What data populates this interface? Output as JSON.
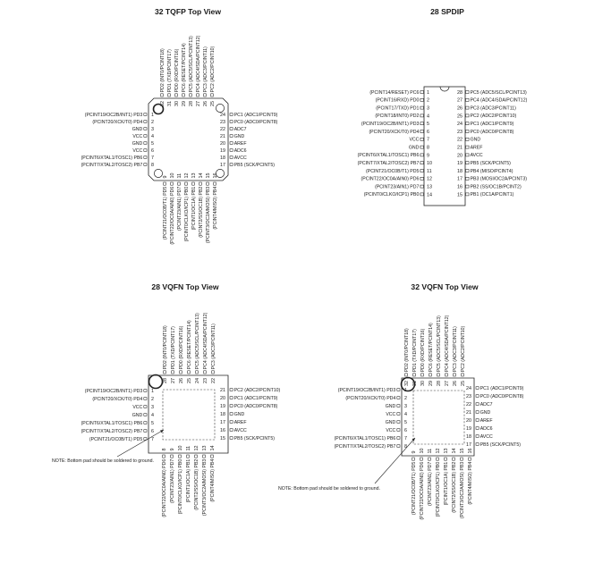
{
  "diagram": {
    "tqfp32": {
      "title": "32 TQFP Top View",
      "left": [
        "(PCINT19/OC2B/INT1) PD3",
        "(PCINT20/XCK/T0) PD4",
        "GND",
        "VCC",
        "GND",
        "VCC",
        "(PCINT6/XTAL1/TOSC1) PB6",
        "(PCINT7/XTAL2/TOSC2) PB7"
      ],
      "bottom": [
        "(PCINT21/OC0B/T1) PD5",
        "(PCINT22/OC0A/AIN0) PD6",
        "(PCINT23/AIN1) PD7",
        "(PCINT0/CLKO/ICP1) PB0",
        "(PCINT1/OC1A) PB1",
        "(PCINT2/SS/OC1B) PB2",
        "(PCINT3/OC2A/MOSI) PB3",
        "(PCINT4/MISO) PB4"
      ],
      "right": [
        "PB5 (SCK/PCINT5)",
        "AVCC",
        "ADC6",
        "AREF",
        "GND",
        "ADC7",
        "PC0 (ADC0/PCINT8)",
        "PC1 (ADC1/PCINT9)"
      ],
      "top": [
        "PC2 (ADC2/PCINT10)",
        "PC3 (ADC3/PCINT11)",
        "PC4 (ADC4/SDA/PCINT12)",
        "PC5 (ADC5/SCL/PCINT13)",
        "PC6 (RESET/PCINT14)",
        "PD0 (RXD/PCINT16)",
        "PD1 (TXD/PCINT17)",
        "PD2 (INT0/PCINT18)"
      ]
    },
    "spdip28": {
      "title": "28 SPDIP",
      "left": [
        "(PCINT14/RESET) PC6",
        "(PCINT16/RXD) PD0",
        "(PCINT17/TXD) PD1",
        "(PCINT18/INT0) PD2",
        "(PCINT19/OC2B/INT1) PD3",
        "(PCINT20/XCK/T0) PD4",
        "VCC",
        "GND",
        "(PCINT6/XTAL1/TOSC1) PB6",
        "(PCINT7/XTAL2/TOSC2) PB7",
        "(PCINT21/OC0B/T1) PD5",
        "(PCINT22/OC0A/AIN0) PD6",
        "(PCINT23/AIN1) PD7",
        "(PCINT0/CLKO/ICP1) PB0"
      ],
      "right": [
        "PB1 (OC1A/PCINT1)",
        "PB2 (SS/OC1B/PCINT2)",
        "PB3 (MOSI/OC2A/PCINT3)",
        "PB4 (MISO/PCINT4)",
        "PB5 (SCK/PCINT5)",
        "AVCC",
        "AREF",
        "GND",
        "PC0 (ADC0/PCINT8)",
        "PC1 (ADC1/PCINT9)",
        "PC2 (ADC2/PCINT10)",
        "PC3 (ADC3/PCINT11)",
        "PC4 (ADC4/SDA/PCINT12)",
        "PC5 (ADC5/SCL/PCINT13)"
      ]
    },
    "vqfn28": {
      "title": "28 VQFN Top View",
      "left": [
        "(PCINT19/OC2B/INT1) PD3",
        "(PCINT20/XCK/T0) PD4",
        "VCC",
        "GND",
        "(PCINT6/XTAL1/TOSC1) PB6",
        "(PCINT7/XTAL2/TOSC2) PB7",
        "(PCINT21/OC0B/T1) PD5"
      ],
      "bottom": [
        "(PCINT22/OC0A/AIN0) PD6",
        "(PCINT23/AIN1) PD7",
        "(PCINT0/CLKO/ICP1) PB0",
        "(PCINT1/OC1A) PB1",
        "(PCINT2/SS/OC1B) PB2",
        "(PCINT3/OC2A/MOSI) PB3",
        "(PCINT4/MISO) PB4"
      ],
      "right": [
        "PB5 (SCK/PCINT5)",
        "AVCC",
        "AREF",
        "GND",
        "PC0 (ADC0/PCINT8)",
        "PC1 (ADC1/PCINT9)",
        "PC2 (ADC2/PCINT10)"
      ],
      "top": [
        "PC3 (ADC3/PCINT11)",
        "PC4 (ADC4/SDA/PCINT12)",
        "PC5 (ADC5/SCL/PCINT13)",
        "PC6 (RESET/PCINT14)",
        "PD0 (RXD/PCINT16)",
        "PD1 (TXD/PCINT17)",
        "PD2 (INT0/PCINT18)"
      ],
      "note": "NOTE:  Bottom pad should be soldered to ground."
    },
    "vqfn32": {
      "title": "32 VQFN Top View",
      "left": [
        "(PCINT19/OC2B/INT1) PD3",
        "(PCINT20/XCK/T0) PD4",
        "GND",
        "VCC",
        "GND",
        "VCC",
        "(PCINT6/XTAL1/TOSC1) PB6",
        "(PCINT7/XTAL2/TOSC2) PB7"
      ],
      "bottom": [
        "(PCINT21/OC0B/T1) PD5",
        "(PCINT22/OC0A/AIN0) PD6",
        "(PCINT23/AIN1) PD7",
        "(PCINT0/CLKO/ICP1) PB0",
        "(PCINT1/OC1A) PB1",
        "(PCINT2/SS/OC1B) PB2",
        "(PCINT3/OC2A/MOSI) PB3",
        "(PCINT4/MISO) PB4"
      ],
      "right": [
        "PB5 (SCK/PCINT5)",
        "AVCC",
        "ADC6",
        "AREF",
        "GND",
        "ADC7",
        "PC0 (ADC0/PCINT8)",
        "PC1 (ADC1/PCINT9)"
      ],
      "top": [
        "PC2 (ADC2/PCINT10)",
        "PC3 (ADC3/PCINT11)",
        "PC4 (ADC4/SDA/PCINT12)",
        "PC5 (ADC5/SCL/PCINT13)",
        "PC6 (RESET/PCINT14)",
        "PD0 (RXD/PCINT16)",
        "PD1 (TXD/PCINT17)",
        "PD2 (INT0/PCINT18)"
      ],
      "note": "NOTE:  Bottom pad should be soldered to ground."
    }
  }
}
